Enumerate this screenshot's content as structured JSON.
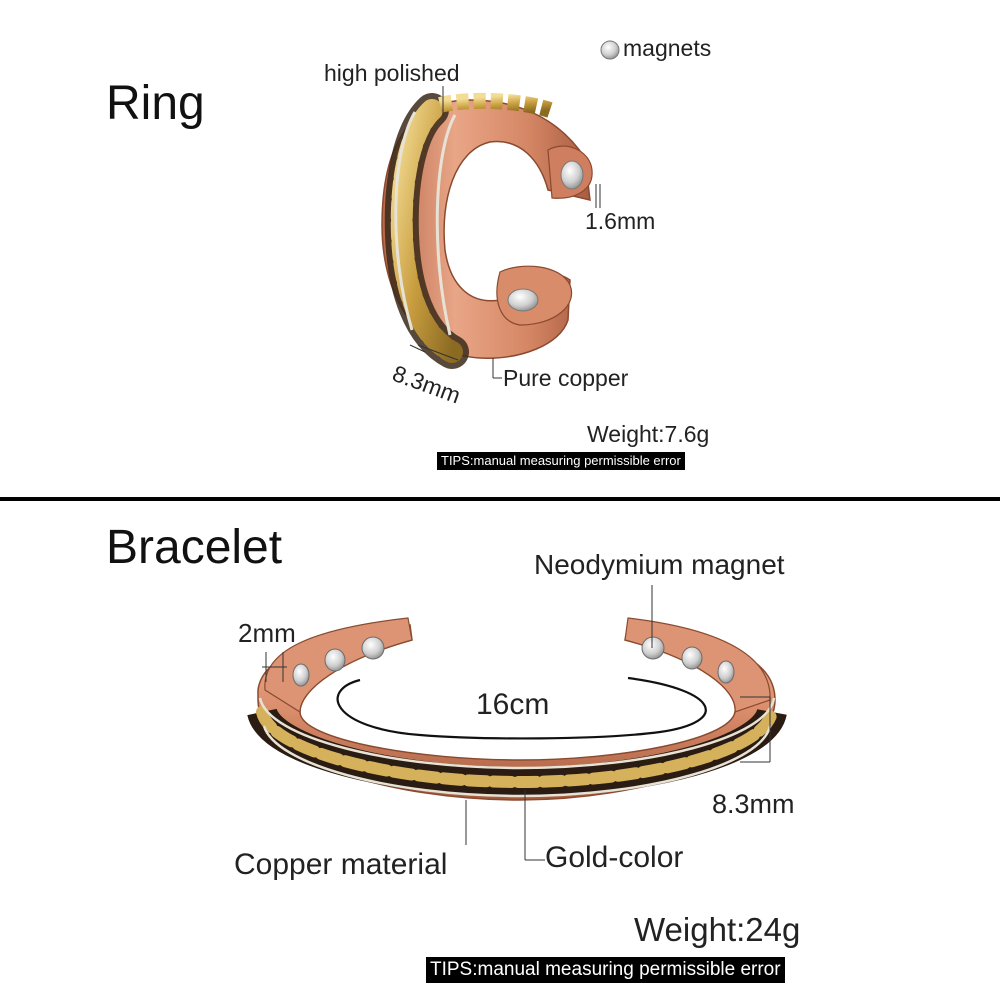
{
  "ring": {
    "title": "Ring",
    "labels": {
      "high_polished": "high polished",
      "magnets": "magnets",
      "thickness": "1.6mm",
      "width": "8.3mm",
      "pure_copper": "Pure copper"
    },
    "weight": "Weight:7.6g",
    "tips": "TIPS:manual measuring permissible error"
  },
  "bracelet": {
    "title": "Bracelet",
    "labels": {
      "neodymium_magnet": "Neodymium magnet",
      "thickness": "2mm",
      "diameter": "16cm",
      "width": "8.3mm",
      "copper_material": "Copper material",
      "gold_color": "Gold-color"
    },
    "weight": "Weight:24g",
    "tips": "TIPS:manual measuring permissible error"
  },
  "colors": {
    "copper": "#d98c6a",
    "copper_dark": "#a9593c",
    "gold": "#d4b15a",
    "magnet": "#cfcfcf"
  }
}
